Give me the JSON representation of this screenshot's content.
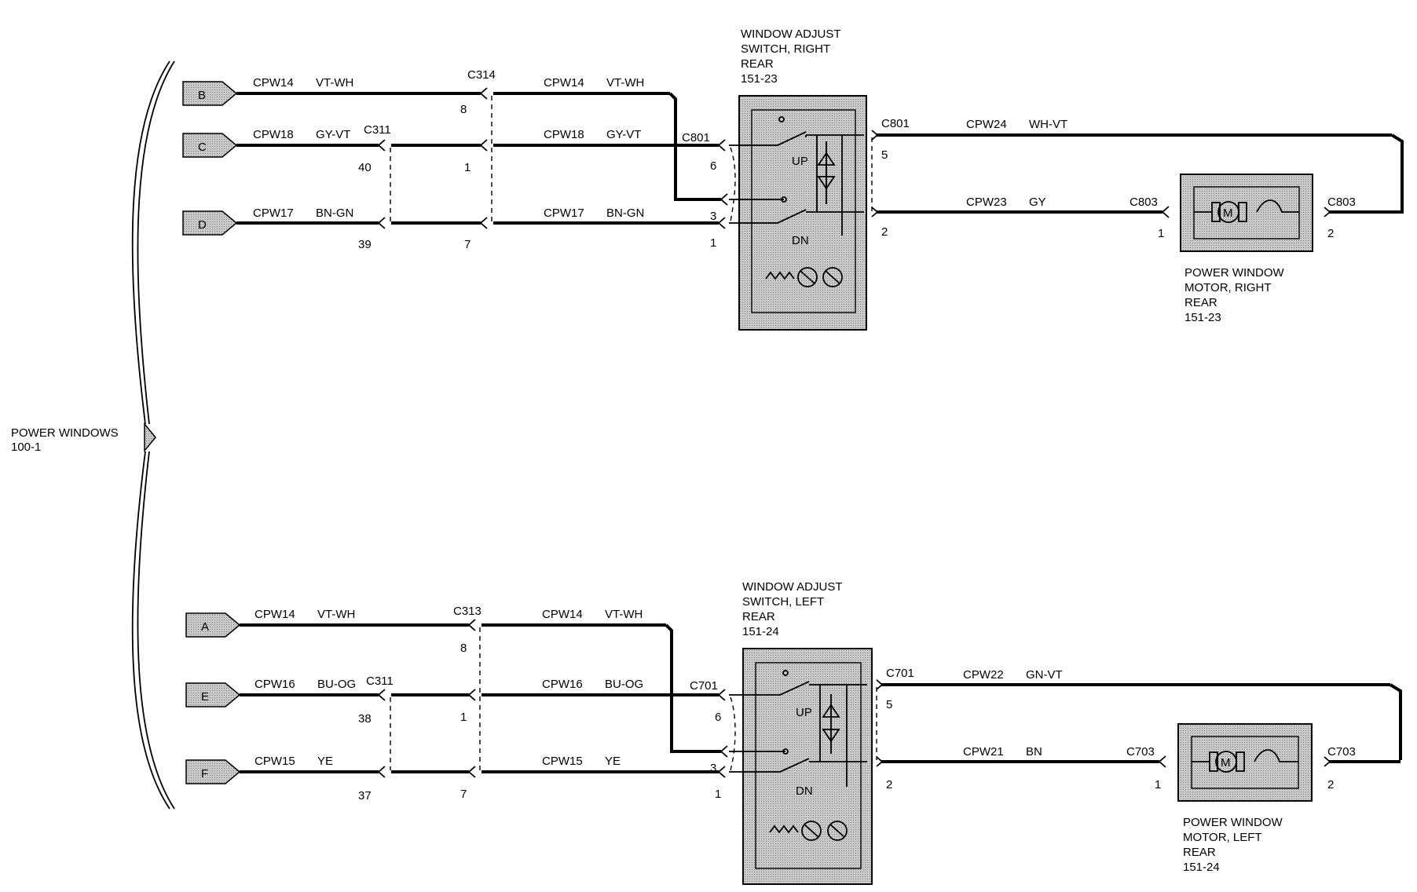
{
  "system": {
    "name": "POWER WINDOWS",
    "ref": "100-1"
  },
  "switches": [
    {
      "title": [
        "WINDOW ADJUST",
        "SWITCH, RIGHT",
        "REAR",
        "151-23"
      ],
      "up": "UP",
      "dn": "DN"
    },
    {
      "title": [
        "WINDOW ADJUST",
        "SWITCH, LEFT",
        "REAR",
        "151-24"
      ],
      "up": "UP",
      "dn": "DN"
    }
  ],
  "motors": [
    {
      "title": [
        "POWER WINDOW",
        "MOTOR, RIGHT",
        "REAR",
        "151-23"
      ],
      "symbol": "M"
    },
    {
      "title": [
        "POWER WINDOW",
        "MOTOR, LEFT",
        "REAR",
        "151-24"
      ],
      "symbol": "M"
    }
  ],
  "feeds": [
    {
      "tab": "B",
      "circuit": "CPW14",
      "color": "VT-WH",
      "c311": "",
      "c311_pin": "",
      "mid_conn": "C314",
      "mid_pin": "8",
      "circuit2": "CPW14",
      "color2": "VT-WH",
      "sw_conn": "",
      "sw_pin": "3"
    },
    {
      "tab": "C",
      "circuit": "CPW18",
      "color": "GY-VT",
      "c311": "C311",
      "c311_pin": "40",
      "mid_conn": "",
      "mid_pin": "1",
      "circuit2": "CPW18",
      "color2": "GY-VT",
      "sw_conn": "C801",
      "sw_pin": "6"
    },
    {
      "tab": "D",
      "circuit": "CPW17",
      "color": "BN-GN",
      "c311": "",
      "c311_pin": "39",
      "mid_conn": "",
      "mid_pin": "7",
      "circuit2": "CPW17",
      "color2": "BN-GN",
      "sw_conn": "",
      "sw_pin": "1"
    },
    {
      "tab": "A",
      "circuit": "CPW14",
      "color": "VT-WH",
      "c311": "",
      "c311_pin": "",
      "mid_conn": "C313",
      "mid_pin": "8",
      "circuit2": "CPW14",
      "color2": "VT-WH",
      "sw_conn": "",
      "sw_pin": "3"
    },
    {
      "tab": "E",
      "circuit": "CPW16",
      "color": "BU-OG",
      "c311": "C311",
      "c311_pin": "38",
      "mid_conn": "",
      "mid_pin": "1",
      "circuit2": "CPW16",
      "color2": "BU-OG",
      "sw_conn": "C701",
      "sw_pin": "6"
    },
    {
      "tab": "F",
      "circuit": "CPW15",
      "color": "YE",
      "c311": "",
      "c311_pin": "37",
      "mid_conn": "",
      "mid_pin": "7",
      "circuit2": "CPW15",
      "color2": "YE",
      "sw_conn": "",
      "sw_pin": "1"
    }
  ],
  "outputs": [
    {
      "sw_conn": "C801",
      "pin_top": "5",
      "circuit_top": "CPW24",
      "color_top": "WH-VT",
      "pin_bot": "2",
      "circuit_bot": "CPW23",
      "color_bot": "GY",
      "motor_conn_l": "C803",
      "motor_pin_l": "1",
      "motor_conn_r": "C803",
      "motor_pin_r": "2"
    },
    {
      "sw_conn": "C701",
      "pin_top": "5",
      "circuit_top": "CPW22",
      "color_top": "GN-VT",
      "pin_bot": "2",
      "circuit_bot": "CPW21",
      "color_bot": "BN",
      "motor_conn_l": "C703",
      "motor_pin_l": "1",
      "motor_conn_r": "C703",
      "motor_pin_r": "2"
    }
  ]
}
